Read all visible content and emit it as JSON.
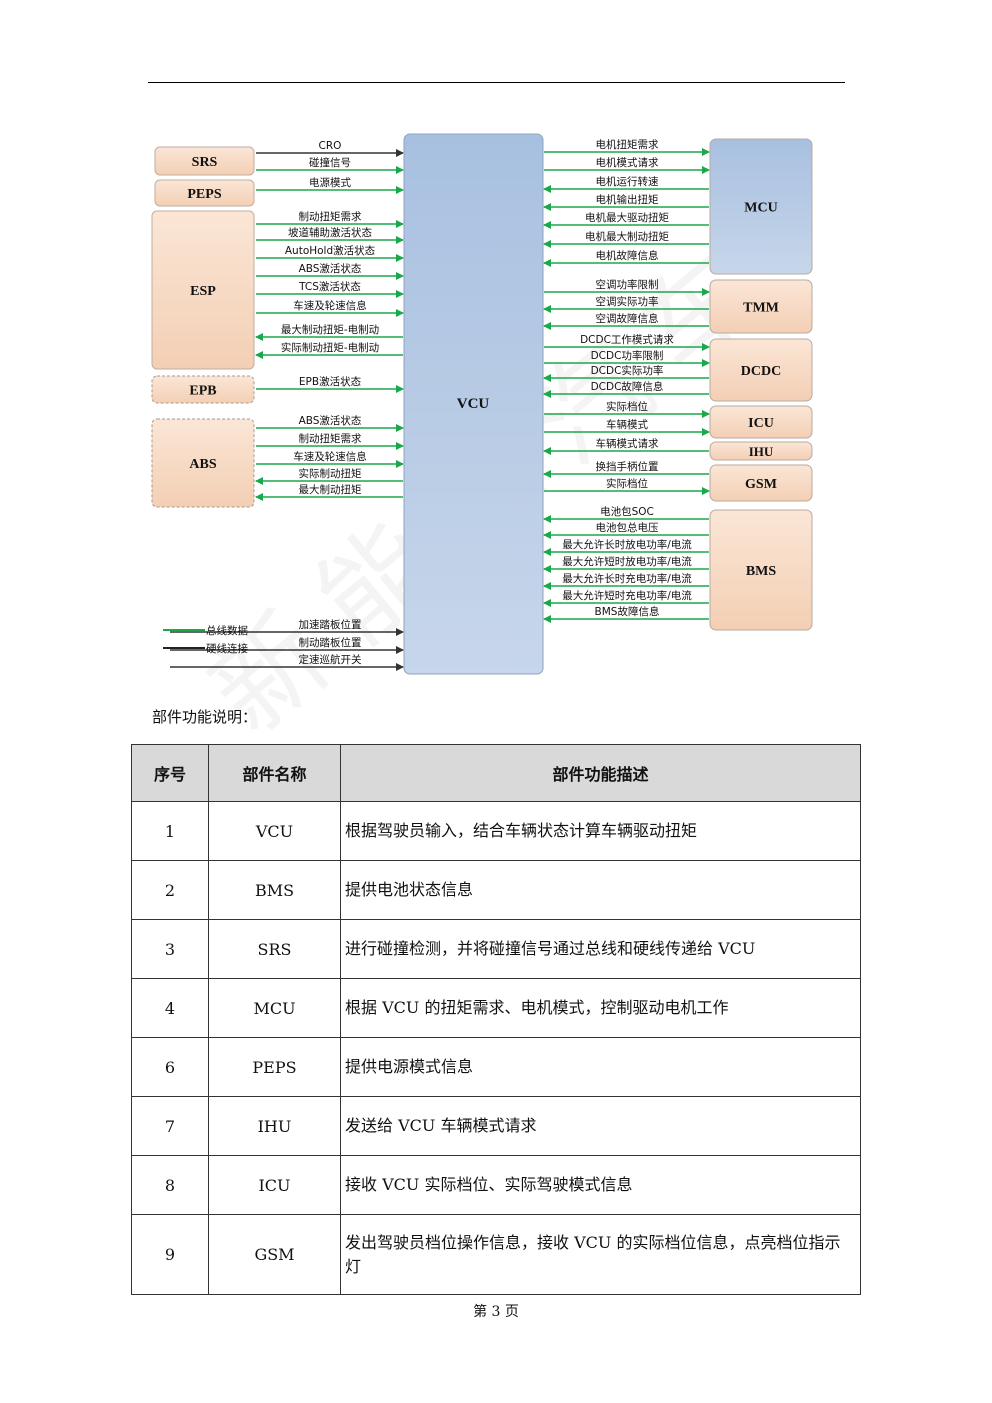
{
  "diagram": {
    "center": "VCU",
    "left_boxes": [
      {
        "id": "srs",
        "label": "SRS",
        "fill": "#f6d9c4"
      },
      {
        "id": "peps",
        "label": "PEPS",
        "fill": "#f6d9c4"
      },
      {
        "id": "esp",
        "label": "ESP",
        "fill": "#f6d9c4"
      },
      {
        "id": "epb",
        "label": "EPB",
        "fill": "#f6d9c4"
      },
      {
        "id": "abs",
        "label": "ABS",
        "fill": "#f6d9c4"
      }
    ],
    "right_boxes": [
      {
        "id": "mcu",
        "label": "MCU",
        "fill": "#b8cbe4"
      },
      {
        "id": "tmm",
        "label": "TMM",
        "fill": "#f6d9c4"
      },
      {
        "id": "dcdc",
        "label": "DCDC",
        "fill": "#f6d9c4"
      },
      {
        "id": "icu",
        "label": "ICU",
        "fill": "#f6d9c4"
      },
      {
        "id": "ihu",
        "label": "IHU",
        "fill": "#f6d9c4"
      },
      {
        "id": "gsm",
        "label": "GSM",
        "fill": "#f6d9c4"
      },
      {
        "id": "bms",
        "label": "BMS",
        "fill": "#f6d9c4"
      }
    ],
    "left_signals": [
      {
        "label": "CRO",
        "type": "hard",
        "dir": "to-vcu"
      },
      {
        "label": "碰撞信号",
        "type": "bus",
        "dir": "to-vcu"
      },
      {
        "label": "电源模式",
        "type": "bus",
        "dir": "to-vcu"
      },
      {
        "label": "制动扭矩需求",
        "type": "bus",
        "dir": "to-vcu"
      },
      {
        "label": "坡道辅助激活状态",
        "type": "bus",
        "dir": "to-vcu"
      },
      {
        "label": "AutoHold激活状态",
        "type": "bus",
        "dir": "to-vcu"
      },
      {
        "label": "ABS激活状态",
        "type": "bus",
        "dir": "to-vcu"
      },
      {
        "label": "TCS激活状态",
        "type": "bus",
        "dir": "to-vcu"
      },
      {
        "label": "车速及轮速信息",
        "type": "bus",
        "dir": "to-vcu"
      },
      {
        "label": "最大制动扭矩-电制动",
        "type": "bus",
        "dir": "from-vcu"
      },
      {
        "label": "实际制动扭矩-电制动",
        "type": "bus",
        "dir": "from-vcu"
      },
      {
        "label": "EPB激活状态",
        "type": "bus",
        "dir": "to-vcu"
      },
      {
        "label": "ABS激活状态",
        "type": "bus",
        "dir": "to-vcu"
      },
      {
        "label": "制动扭矩需求",
        "type": "bus",
        "dir": "to-vcu"
      },
      {
        "label": "车速及轮速信息",
        "type": "bus",
        "dir": "to-vcu"
      },
      {
        "label": "实际制动扭矩",
        "type": "bus",
        "dir": "from-vcu"
      },
      {
        "label": "最大制动扭矩",
        "type": "bus",
        "dir": "from-vcu"
      },
      {
        "label": "加速踏板位置",
        "type": "hard",
        "dir": "to-vcu"
      },
      {
        "label": "制动踏板位置",
        "type": "hard",
        "dir": "to-vcu"
      },
      {
        "label": "定速巡航开关",
        "type": "hard",
        "dir": "to-vcu"
      }
    ],
    "right_signals": [
      {
        "label": "电机扭矩需求",
        "dir": "to-node"
      },
      {
        "label": "电机模式请求",
        "dir": "to-node"
      },
      {
        "label": "电机运行转速",
        "dir": "to-vcu"
      },
      {
        "label": "电机输出扭矩",
        "dir": "to-vcu"
      },
      {
        "label": "电机最大驱动扭矩",
        "dir": "to-vcu"
      },
      {
        "label": "电机最大制动扭矩",
        "dir": "to-vcu"
      },
      {
        "label": "电机故障信息",
        "dir": "to-vcu"
      },
      {
        "label": "空调功率限制",
        "dir": "to-node"
      },
      {
        "label": "空调实际功率",
        "dir": "to-vcu"
      },
      {
        "label": "空调故障信息",
        "dir": "to-vcu"
      },
      {
        "label": "DCDC工作模式请求",
        "dir": "to-node"
      },
      {
        "label": "DCDC功率限制",
        "dir": "to-node"
      },
      {
        "label": "DCDC实际功率",
        "dir": "to-vcu"
      },
      {
        "label": "DCDC故障信息",
        "dir": "to-vcu"
      },
      {
        "label": "实际档位",
        "dir": "to-node"
      },
      {
        "label": "车辆模式",
        "dir": "to-node"
      },
      {
        "label": "车辆模式请求",
        "dir": "to-vcu"
      },
      {
        "label": "换挡手柄位置",
        "dir": "to-vcu"
      },
      {
        "label": "实际档位",
        "dir": "to-node"
      },
      {
        "label": "电池包SOC",
        "dir": "to-vcu"
      },
      {
        "label": "电池包总电压",
        "dir": "to-vcu"
      },
      {
        "label": "最大允许长时放电功率/电流",
        "dir": "to-vcu"
      },
      {
        "label": "最大允许短时放电功率/电流",
        "dir": "to-vcu"
      },
      {
        "label": "最大允许长时充电功率/电流",
        "dir": "to-vcu"
      },
      {
        "label": "最大允许短时充电功率/电流",
        "dir": "to-vcu"
      },
      {
        "label": "BMS故障信息",
        "dir": "to-vcu"
      }
    ],
    "legend": [
      {
        "label": "总线数据",
        "color": "#1aa84a"
      },
      {
        "label": "硬线连接",
        "color": "#222222"
      }
    ],
    "colors": {
      "bus": "#1aa84a",
      "hard": "#333333",
      "vcu_fill": "#b8cbe4",
      "box_border": "#9a8f88"
    }
  },
  "section_caption": "部件功能说明：",
  "table": {
    "headers": [
      "序号",
      "部件名称",
      "部件功能描述"
    ],
    "rows": [
      {
        "no": "1",
        "name": "VCU",
        "desc": "根据驾驶员输入，结合车辆状态计算车辆驱动扭矩"
      },
      {
        "no": "2",
        "name": "BMS",
        "desc": "提供电池状态信息"
      },
      {
        "no": "3",
        "name": "SRS",
        "desc": "进行碰撞检测，并将碰撞信号通过总线和硬线传递给 VCU"
      },
      {
        "no": "4",
        "name": "MCU",
        "desc": "根据 VCU 的扭矩需求、电机模式，控制驱动电机工作"
      },
      {
        "no": "6",
        "name": "PEPS",
        "desc": "提供电源模式信息"
      },
      {
        "no": "7",
        "name": "IHU",
        "desc": "发送给 VCU 车辆模式请求"
      },
      {
        "no": "8",
        "name": "ICU",
        "desc": "接收 VCU 实际档位、实际驾驶模式信息"
      },
      {
        "no": "9",
        "name": "GSM",
        "desc": "发出驾驶员档位操作信息，接收 VCU 的实际档位信息，点亮档位指示灯"
      }
    ]
  },
  "footer": "第 3 页",
  "watermark": "新能源汽车"
}
